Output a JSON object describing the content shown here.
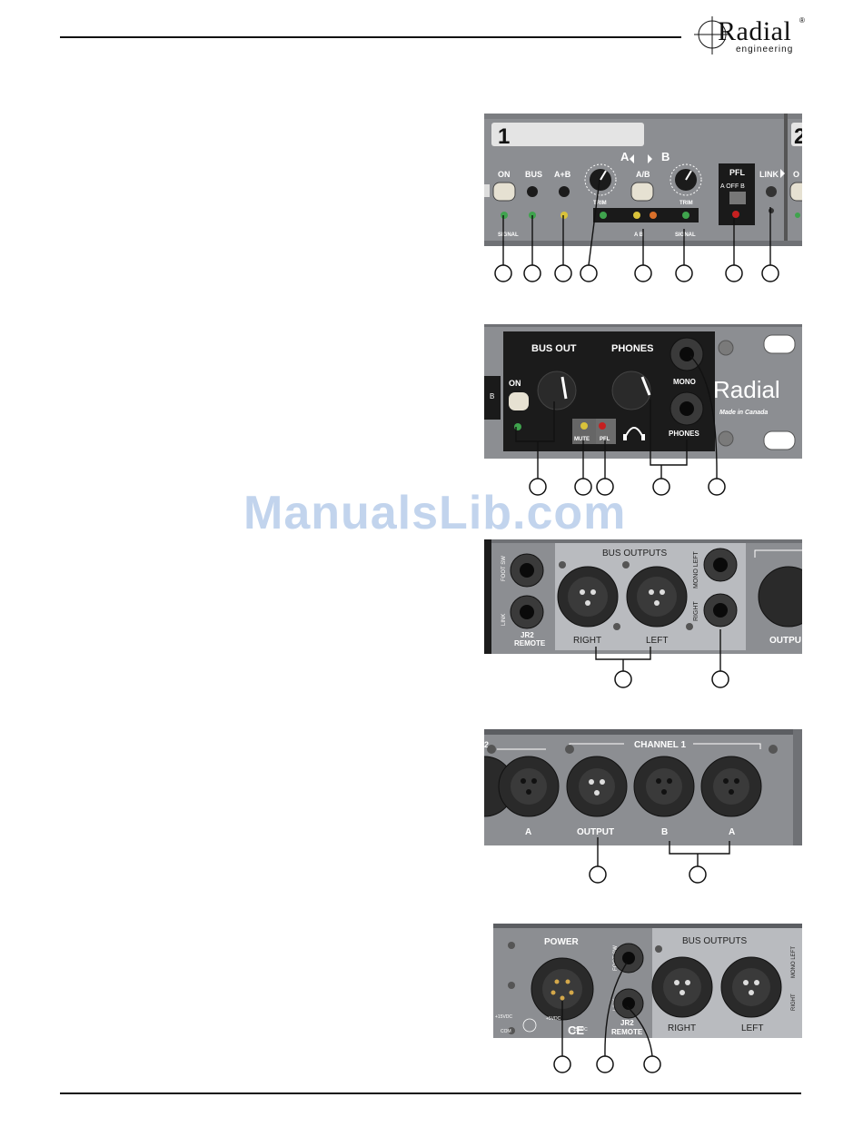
{
  "header": {
    "logo_word": "Radial",
    "logo_sub": "engineering"
  },
  "watermark": "ManualsLib.com",
  "panel1": {
    "channel_number": "1",
    "channel_number_next": "2",
    "labels": {
      "on": "ON",
      "bus": "BUS",
      "a_plus_b": "A+B",
      "a": "A",
      "b": "B",
      "ab": "A/B",
      "trim_a": "TRIM",
      "trim_b": "TRIM",
      "pfl": "PFL",
      "pfl_switch": "A OFF B",
      "link": "LINK",
      "signal_a": "SIGNAL",
      "ab_leds": "A B",
      "signal_b": "SIGNAL",
      "next_on": "O"
    }
  },
  "panel2": {
    "labels": {
      "bus_out": "BUS OUT",
      "phones": "PHONES",
      "on": "ON",
      "mono": "MONO",
      "phones_jack": "PHONES",
      "mute": "MUTE",
      "pfl": "PFL",
      "brand": "Radial",
      "made_in": "Made in Canada",
      "partial_b": "B"
    }
  },
  "panel3": {
    "labels": {
      "foot_sw": "FOOT SW",
      "link": "LINK",
      "jr2_remote_1": "JR2",
      "jr2_remote_2": "REMOTE",
      "bus_outputs": "BUS OUTPUTS",
      "right": "RIGHT",
      "left": "LEFT",
      "mono_left": "MONO LEFT",
      "right_v": "RIGHT",
      "outpu": "OUTPU"
    }
  },
  "panel4": {
    "labels": {
      "channel_1": "CHANNEL 1",
      "ch2_fragment": "2",
      "a_left": "A",
      "output": "OUTPUT",
      "b": "B",
      "a_right": "A"
    }
  },
  "panel5": {
    "labels": {
      "power": "POWER",
      "foot_sw": "FOOT SW",
      "link": "LINK",
      "jr2_1": "JR2",
      "jr2_2": "REMOTE",
      "bus_outputs": "BUS OUTPUTS",
      "right": "RIGHT",
      "left": "LEFT",
      "mono_left": "MONO LEFT",
      "right_v": "RIGHT",
      "ce": "CE",
      "v15_a": "+15VDC",
      "v15_b": "-15VDC",
      "v5": "+5VDC",
      "com": "COM"
    }
  },
  "colors": {
    "panel_dark": "#1c1c1c",
    "panel_gray": "#8c8e92",
    "panel_light": "#b9bbbf",
    "led_green": "#3fa34d",
    "led_yellow": "#d9c23a",
    "led_orange": "#d9702a",
    "led_red": "#c62020",
    "watermark": "#a8c2e6"
  }
}
